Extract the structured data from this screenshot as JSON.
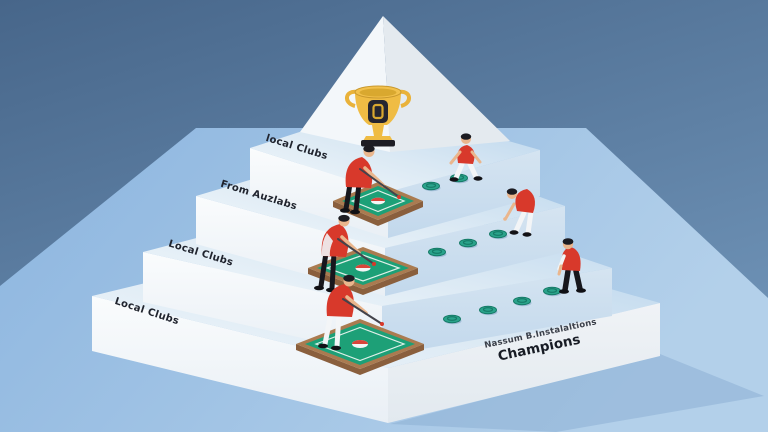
{
  "illustration": {
    "type": "stepped-pyramid-hierarchy",
    "tiers": [
      {
        "label": "local Clubs"
      },
      {
        "label": "From Auzlabs"
      },
      {
        "label": "Local Clubs"
      },
      {
        "label": "Local Clubs"
      }
    ],
    "front_face": {
      "line1": "Nassum B.Instalaltions",
      "line2": "Champions"
    },
    "icons": [
      "trophy-icon",
      "curling-rink-icon",
      "stone-disc-icon",
      "player-figure-icon"
    ],
    "counts": {
      "players": 6,
      "stone_discs": 9,
      "rinks": 3,
      "trophies": 1
    },
    "colors": {
      "sky_top": "#47668a",
      "sky_bottom": "#6e92b6",
      "floor_left": "#8cb5df",
      "floor_right": "#b3d0ea",
      "tread_front": "#f3f8fb",
      "tread_back": "#b6d3ec",
      "face_left": "#f8fafc",
      "face_right": "#c9ddee",
      "face_front_white": "#edf1f5",
      "rink_green": "#1da077",
      "rink_wood": "#aa7b50",
      "stone_teal": "#2aa38b",
      "trophy_gold": "#efbc44",
      "shirt_red": "#d8392b"
    }
  }
}
